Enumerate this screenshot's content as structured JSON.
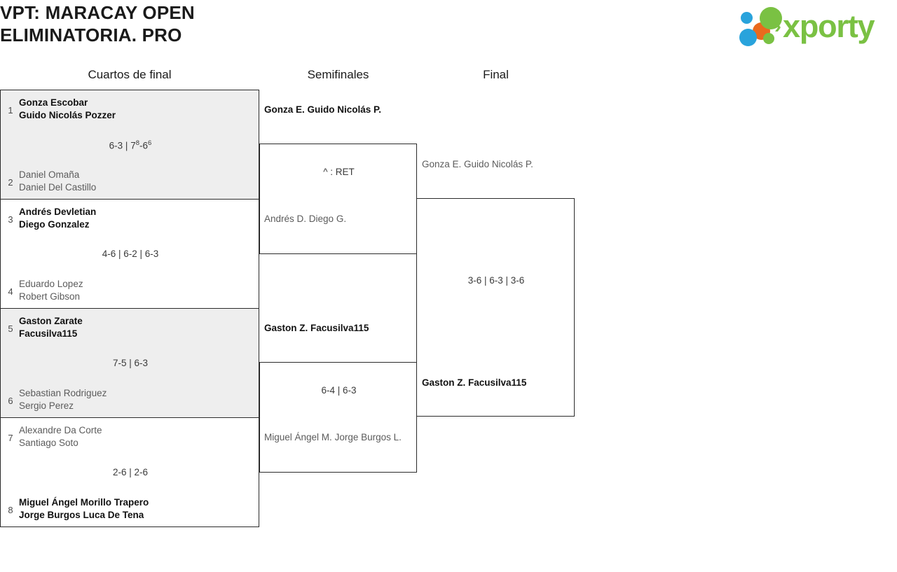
{
  "header": {
    "title": "VPT: MARACAY OPEN\nELIMINATORIA. PRO",
    "logo": {
      "wordmark": "xporty",
      "chevron": "›",
      "colors": {
        "green": "#7ac143",
        "blue": "#29a3dc",
        "orange": "#ea6a1e"
      }
    }
  },
  "rounds": [
    {
      "label": "Cuartos de final"
    },
    {
      "label": "Semifinales"
    },
    {
      "label": "Final"
    }
  ],
  "quarterfinals": [
    {
      "seed_top": "1",
      "top_line1": "Gonza Escobar",
      "top_line2": "Guido Nicolás Pozzer",
      "seed_bottom": "2",
      "bottom_line1": "Daniel Omaña",
      "bottom_line2": "Daniel Del Castillo",
      "score_pre": "6-3 | 7",
      "score_sup1": "8",
      "score_mid": "-6",
      "score_sup2": "6",
      "winner": "top"
    },
    {
      "seed_top": "3",
      "top_line1": "Andrés Devletian",
      "top_line2": "Diego Gonzalez",
      "seed_bottom": "4",
      "bottom_line1": "Eduardo Lopez",
      "bottom_line2": "Robert Gibson",
      "score": "4-6 | 6-2 | 6-3",
      "winner": "top"
    },
    {
      "seed_top": "5",
      "top_line1": "Gaston Zarate",
      "top_line2": "Facusilva115",
      "seed_bottom": "6",
      "bottom_line1": "Sebastian Rodriguez",
      "bottom_line2": "Sergio Perez",
      "score": "7-5 | 6-3",
      "winner": "top"
    },
    {
      "seed_top": "7",
      "top_line1": "Alexandre Da Corte",
      "top_line2": "Santiago Soto",
      "seed_bottom": "8",
      "bottom_line1": "Miguel Ángel Morillo Trapero",
      "bottom_line2": "Jorge Burgos Luca De Tena",
      "score": "2-6 | 2-6",
      "winner": "bottom"
    }
  ],
  "semifinals": [
    {
      "top_line1": "Gonza E.",
      "top_line2": "Guido Nicolás P.",
      "bottom_line1": "Andrés D.",
      "bottom_line2": "Diego G.",
      "score": "^ : RET",
      "winner": "top"
    },
    {
      "top_line1": "Gaston Z.",
      "top_line2": "Facusilva115",
      "bottom_line1": "Miguel Ángel M.",
      "bottom_line2": "Jorge Burgos L.",
      "score": "6-4 | 6-3",
      "winner": "top"
    }
  ],
  "final": {
    "top_line1": "Gonza E.",
    "top_line2": "Guido Nicolás P.",
    "bottom_line1": "Gaston Z.",
    "bottom_line2": "Facusilva115",
    "score": "3-6 | 6-3 | 3-6",
    "winner": "bottom"
  }
}
